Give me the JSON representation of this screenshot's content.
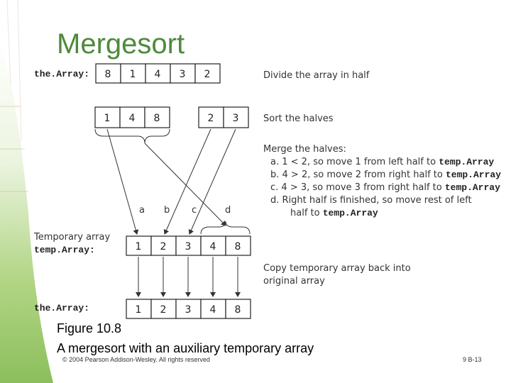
{
  "slide": {
    "title": "Mergesort",
    "caption_line1": "Figure 10.8",
    "caption_line2": "A mergesort with an auxiliary temporary array",
    "copyright": "© 2004 Pearson Addison-Wesley. All rights reserved",
    "page": "9 B-13"
  },
  "figure": {
    "row1_label": "the.Array:",
    "row1_values": [
      "8",
      "1",
      "4",
      "3",
      "2"
    ],
    "left_half": [
      "1",
      "4",
      "8"
    ],
    "right_half": [
      "2",
      "3"
    ],
    "steps": [
      "a",
      "b",
      "c",
      "d"
    ],
    "temp_label1": "Temporary array",
    "temp_label2": "temp.Array:",
    "temp_values": [
      "1",
      "2",
      "3",
      "4",
      "8"
    ],
    "final_label": "the.Array:",
    "final_values": [
      "1",
      "2",
      "3",
      "4",
      "8"
    ]
  },
  "notes": {
    "divide": "Divide the array in half",
    "sort": "Sort the halves",
    "merge_title": "Merge the halves:",
    "merge_a_text": "a. 1 < 2, so move 1 from left half to ",
    "merge_a_code": "temp.Array",
    "merge_b_text": "b. 4 > 2, so move 2 from right half to ",
    "merge_b_code": "temp.Array",
    "merge_c_text": "c. 4 > 3, so move 3 from right half to ",
    "merge_c_code": "temp.Array",
    "merge_d_text": "d. Right half is finished, so move rest of left",
    "merge_d2_text": "half to ",
    "merge_d2_code": "temp.Array",
    "copy_line1": "Copy temporary array back into",
    "copy_line2": "original array"
  }
}
